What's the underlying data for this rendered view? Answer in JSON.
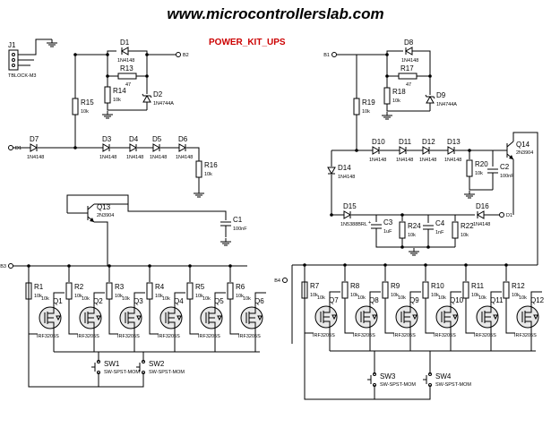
{
  "site": "www.microcontrollerslab.com",
  "title": "POWER_KIT_UPS",
  "nets": {
    "b2": "B2",
    "b1": "B1",
    "d1": "D1",
    "b3": "B3",
    "b4": "B4"
  },
  "connector": {
    "ref": "J1",
    "value": "TBLOCK-M3"
  },
  "left_supply": [
    {
      "ref": "D1",
      "value": "1N4148"
    },
    {
      "ref": "R13",
      "value": "47"
    },
    {
      "ref": "R14",
      "value": "10k"
    },
    {
      "ref": "D2",
      "value": "1N4744A"
    },
    {
      "ref": "R15",
      "value": "10k"
    },
    {
      "ref": "D7",
      "value": "1N4148"
    },
    {
      "ref": "D3",
      "value": "1N4148"
    },
    {
      "ref": "D4",
      "value": "1N4148"
    },
    {
      "ref": "D5",
      "value": "1N4148"
    },
    {
      "ref": "D6",
      "value": "1N4148"
    },
    {
      "ref": "R16",
      "value": "10k"
    },
    {
      "ref": "Q13",
      "value": "2N3904"
    },
    {
      "ref": "C1",
      "value": "100nF"
    }
  ],
  "right_supply": [
    {
      "ref": "D8",
      "value": "1N4148"
    },
    {
      "ref": "R17",
      "value": "47"
    },
    {
      "ref": "R18",
      "value": "10k"
    },
    {
      "ref": "D9",
      "value": "1N4744A"
    },
    {
      "ref": "R19",
      "value": "10k"
    },
    {
      "ref": "D10",
      "value": "1N4148"
    },
    {
      "ref": "D11",
      "value": "1N4148"
    },
    {
      "ref": "D12",
      "value": "1N4148"
    },
    {
      "ref": "D13",
      "value": "1N4148"
    },
    {
      "ref": "R20",
      "value": "10k"
    },
    {
      "ref": "C2",
      "value": "100nF"
    },
    {
      "ref": "Q14",
      "value": "2N3904"
    },
    {
      "ref": "D14",
      "value": "1N4148"
    },
    {
      "ref": "D15",
      "value": "1N5388BRL"
    },
    {
      "ref": "C3",
      "value": "1uF"
    },
    {
      "ref": "R24",
      "value": "10k"
    },
    {
      "ref": "C4",
      "value": "1nF"
    },
    {
      "ref": "R22",
      "value": "10k"
    },
    {
      "ref": "D16",
      "value": "1N4148"
    }
  ],
  "bank_left": [
    {
      "q": "Q1",
      "r": "R1",
      "rv": "10k",
      "fet": "IRF3205S"
    },
    {
      "q": "Q2",
      "r": "R2",
      "rv": "10k",
      "fet": "IRF3205S"
    },
    {
      "q": "Q3",
      "r": "R3",
      "rv": "10k",
      "fet": "IRF3205S"
    },
    {
      "q": "Q4",
      "r": "R4",
      "rv": "10k",
      "fet": "IRF3205S"
    },
    {
      "q": "Q5",
      "r": "R5",
      "rv": "10k",
      "fet": "IRF3205S"
    },
    {
      "q": "Q6",
      "r": "R6",
      "rv": "10k",
      "fet": "IRF3205S"
    }
  ],
  "bank_right": [
    {
      "q": "Q7",
      "r": "R7",
      "rv": "10k",
      "fet": "IRF3205S"
    },
    {
      "q": "Q8",
      "r": "R8",
      "rv": "10k",
      "fet": "IRF3205S"
    },
    {
      "q": "Q9",
      "r": "R9",
      "rv": "10k",
      "fet": "IRF3205S"
    },
    {
      "q": "Q10",
      "r": "R10",
      "rv": "10k",
      "fet": "IRF3205S"
    },
    {
      "q": "Q11",
      "r": "R11",
      "rv": "10k",
      "fet": "IRF3205S"
    },
    {
      "q": "Q12",
      "r": "R12",
      "rv": "10k",
      "fet": "IRF3205S"
    }
  ],
  "switches": [
    {
      "ref": "SW1",
      "value": "SW-SPST-MOM"
    },
    {
      "ref": "SW2",
      "value": "SW-SPST-MOM"
    },
    {
      "ref": "SW3",
      "value": "SW-SPST-MOM"
    },
    {
      "ref": "SW4",
      "value": "SW-SPST-MOM"
    }
  ]
}
